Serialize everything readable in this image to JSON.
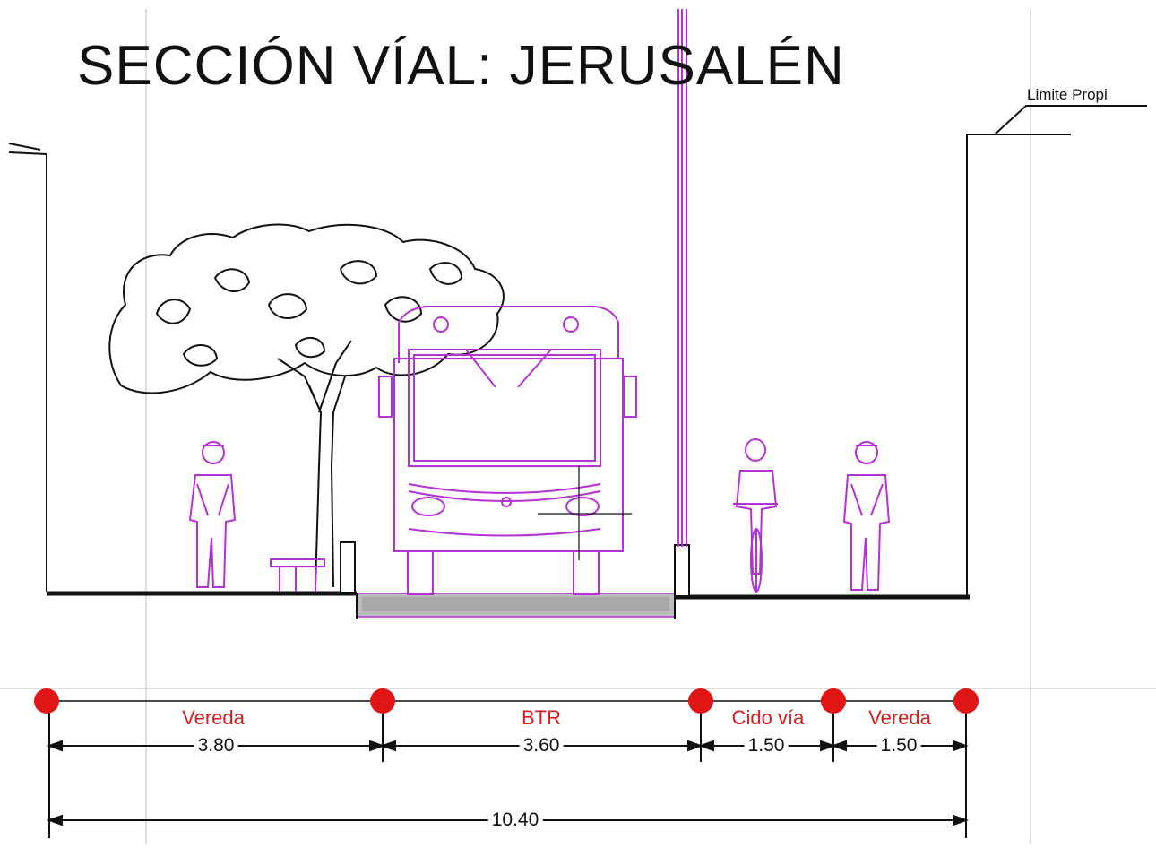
{
  "title": "SECCIÓN VÍAL: JERUSALÉN",
  "property_limit_label": "Limite Propi",
  "segments": [
    {
      "name": "Vereda",
      "width": "3.80"
    },
    {
      "name": "BTR",
      "width": "3.60"
    },
    {
      "name": "Cido vía",
      "width": "1.50"
    },
    {
      "name": "Vereda",
      "width": "1.50"
    }
  ],
  "total_width": "10.40",
  "colors": {
    "ink": "#111111",
    "accent_magenta": "#b531d6",
    "marker_red": "#e01515",
    "label_red": "#d81d1d"
  }
}
